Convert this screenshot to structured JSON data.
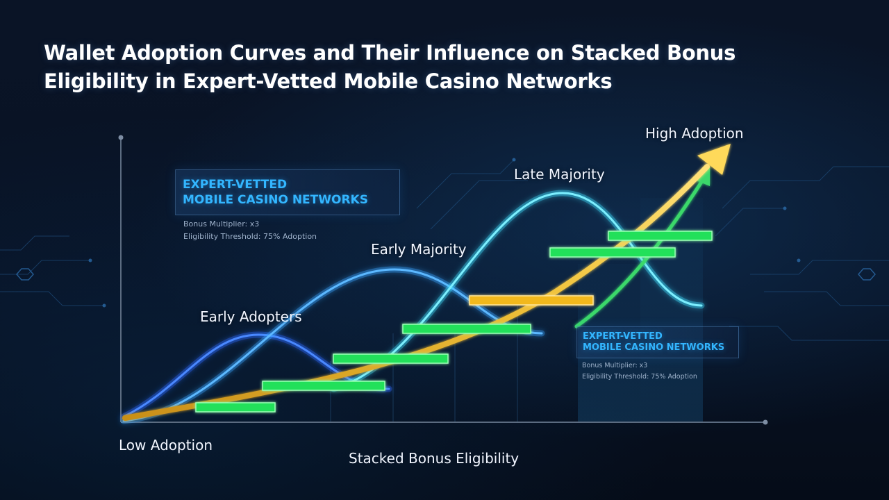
{
  "title": {
    "line1": "Wallet Adoption Curves and Their Influence on Stacked Bonus",
    "line2": "Eligibility in Expert-Vetted Mobile Casino Networks"
  },
  "stages": {
    "early_adopters": "Early Adopters",
    "early_majority": "Early Majority",
    "late_majority": "Late Majority",
    "high_adoption": "High Adoption"
  },
  "axis": {
    "origin_label": "Low Adoption",
    "x_label": "Stacked Bonus Eligibility"
  },
  "info_box_large": {
    "heading_line1": "EXPERT-VETTED",
    "heading_line2": "MOBILE CASINO NETWORKS",
    "detail_line1": "Bonus Multiplier: x3",
    "detail_line2": "Eligibility Threshold: 75% Adoption"
  },
  "info_box_small": {
    "heading_line1": "EXPERT-VETTED",
    "heading_line2": "MOBILE CASINO NETWORKS",
    "detail_line1": "Bonus Multiplier: x3",
    "detail_line2": "Eligibility Threshold: 75% Adoption"
  },
  "colors": {
    "background": "#07101f",
    "curve_early": "#2f6bff",
    "curve_mid": "#36a4ff",
    "curve_late": "#3fe0ff",
    "arrow_gold": "#f0c23a",
    "arrow_green": "#3ad86a",
    "bar_green": "#22e05a",
    "bar_gold": "#f2b81d",
    "heading_blue": "#33b6ff"
  },
  "icons": [
    "arrow-up-right-icon",
    "axis-dot-icon"
  ]
}
